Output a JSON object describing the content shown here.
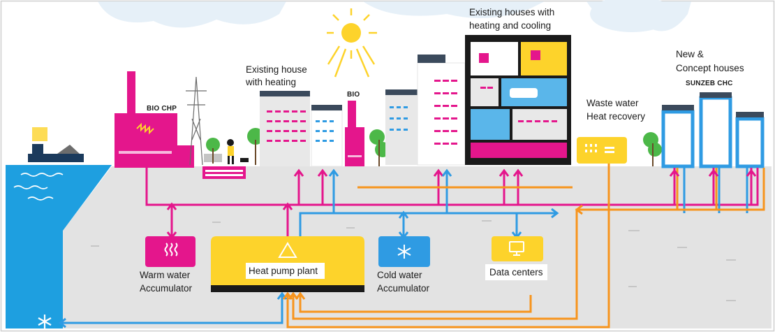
{
  "labels": {
    "bio_chp": "BIO CHP",
    "bio": "BIO",
    "existing_house_heating": [
      "Existing house",
      "with heating"
    ],
    "existing_houses_heating_cooling": [
      "Existing houses with",
      "heating and cooling"
    ],
    "new_concept_houses": [
      "New &",
      "Concept houses"
    ],
    "sunzeb_chc": "SUNZEB CHC",
    "waste_water": [
      "Waste water",
      "Heat recovery"
    ],
    "warm_water": [
      "Warm water",
      "Accumulator"
    ],
    "heat_pump_plant": "Heat pump plant",
    "cold_water": [
      "Cold water",
      "Accumulator"
    ],
    "data_centers": "Data centers"
  },
  "icons": {
    "sun": "sun-icon",
    "heat": "heat-waves-icon",
    "recycle": "recycle-icon",
    "snowflake": "snowflake-icon",
    "monitor": "monitor-icon"
  },
  "colors": {
    "warm": "#e4168c",
    "cold": "#2f9be3",
    "waste": "#f7941d",
    "yellow": "#fdd32b",
    "sea": "#1e9fe0",
    "ground": "#e3e3e3",
    "sky_cloud": "#e8f2fa"
  }
}
